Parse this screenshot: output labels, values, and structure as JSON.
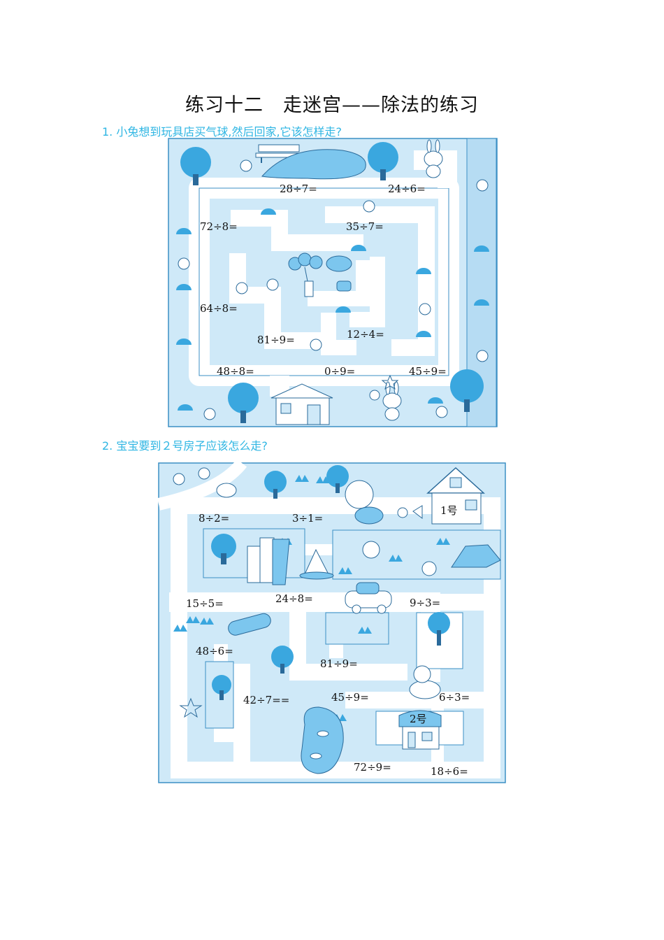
{
  "title": "练习十二　走迷宫——除法的练习",
  "question1": "1. 小兔想到玩具店买气球,然后回家,它该怎样走?",
  "question2": "2. 宝宝要到２号房子应该怎么走?",
  "maze1": {
    "expressions": [
      "28÷7=",
      "24÷6=",
      "72÷8=",
      "35÷7=",
      "64÷8=",
      "81÷9=",
      "12÷4=",
      "48÷8=",
      "0÷9=",
      "45÷9="
    ]
  },
  "maze2": {
    "expressions": [
      "8÷2=",
      "3÷1=",
      "15÷5=",
      "24÷8=",
      "9÷3=",
      "48÷6=",
      "81÷9=",
      "42÷7==",
      "45÷9=",
      "6÷3=",
      "72÷9=",
      "18÷6="
    ],
    "house1_label": "1号",
    "house2_label": "2号"
  },
  "colors": {
    "accent": "#2fb6e3",
    "maze_fill": "#cfe9f8",
    "path": "#ffffff",
    "icon": "#3aa7df",
    "outline": "#3b8fc4"
  },
  "icons": [
    "tree-icon",
    "flower-icon",
    "bush-icon",
    "house-icon",
    "rabbit-icon",
    "bench-icon",
    "balloon-icon",
    "car-icon",
    "baby-icon",
    "dog-icon",
    "star-icon",
    "pond-icon"
  ]
}
